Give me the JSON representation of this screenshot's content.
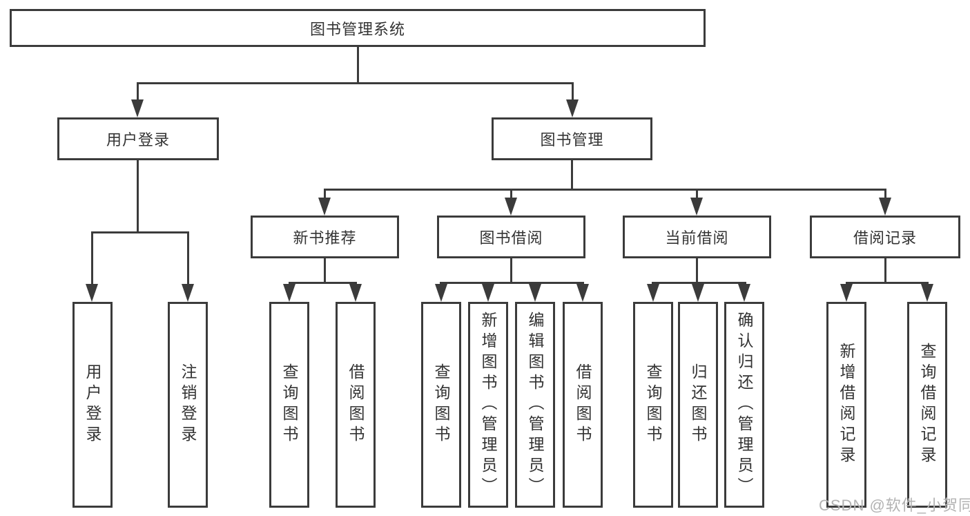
{
  "tree": {
    "root": "图书管理系统",
    "level2": {
      "user_login": "用户登录",
      "book_management": "图书管理"
    },
    "level3": {
      "new_book_recommend": "新书推荐",
      "book_borrow": "图书借阅",
      "current_borrow": "当前借阅",
      "borrow_records": "借阅记录"
    },
    "leaves": {
      "user": [
        "用户登录",
        "注销登录"
      ],
      "recommend": [
        "查询图书",
        "借阅图书"
      ],
      "borrow": [
        "查询图书",
        "新增图书（管理员）",
        "编辑图书（管理员）",
        "借阅图书"
      ],
      "current": [
        "查询图书",
        "归还图书",
        "确认归还（管理员）"
      ],
      "records": [
        "新增借阅记录",
        "查询借阅记录"
      ]
    }
  },
  "watermark": {
    "text": "CSDN @软件_小贺同学"
  },
  "colors": {
    "line": "#3b3b3b",
    "ink": "#333333",
    "background": "#ffffff",
    "watermark": "#b3b3b3"
  }
}
